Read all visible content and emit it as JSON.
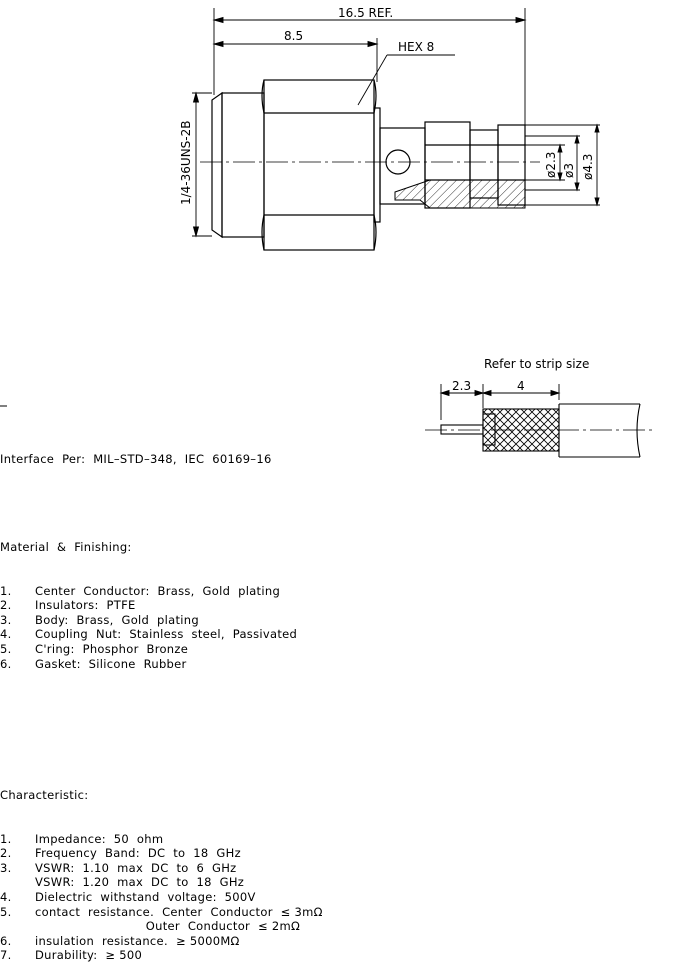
{
  "dims": {
    "overall": "16.5  REF.",
    "body": "8.5",
    "hex": "HEX  8",
    "thread": "1/4-36UNS-2B",
    "d1": "ø2.3",
    "d2": "ø3",
    "d3": "ø4.3"
  },
  "strip": {
    "title": "Refer  to  strip  size",
    "d1": "2.3",
    "d2": "4"
  },
  "specs": {
    "interface": "Interface  Per:  MIL–STD–348,  IEC  60169–16",
    "material_title": "Material  &  Finishing:",
    "materials": [
      {
        "num": "1.",
        "text": "Center  Conductor:  Brass,  Gold  plating"
      },
      {
        "num": "2.",
        "text": "Insulators:  PTFE"
      },
      {
        "num": "3.",
        "text": "Body:  Brass,  Gold  plating"
      },
      {
        "num": "4.",
        "text": "Coupling  Nut:  Stainless  steel,  Passivated"
      },
      {
        "num": "5.",
        "text": "C'ring:  Phosphor  Bronze"
      },
      {
        "num": "6.",
        "text": "Gasket:  Silicone  Rubber"
      }
    ],
    "char_title": "Characteristic:",
    "chars": [
      {
        "num": "1.",
        "text": "Impedance:  50  ohm"
      },
      {
        "num": "2.",
        "text": "Frequency  Band:  DC  to  18  GHz"
      },
      {
        "num": "3.",
        "text": "VSWR:  1.10  max  DC  to  6  GHz"
      },
      {
        "num": "",
        "text": "VSWR:  1.20  max  DC  to  18  GHz"
      },
      {
        "num": "4.",
        "text": "Dielectric  withstand  voltage:  500V"
      },
      {
        "num": "5.",
        "text": "contact  resistance․  Center  Conductor  ≤ 3mΩ"
      },
      {
        "num": "",
        "text": "                            Outer  Conductor  ≤ 2mΩ"
      },
      {
        "num": "6.",
        "text": "insulation  resistance․  ≥ 5000MΩ"
      },
      {
        "num": "7.",
        "text": "Durability:  ≥ 500"
      }
    ]
  }
}
